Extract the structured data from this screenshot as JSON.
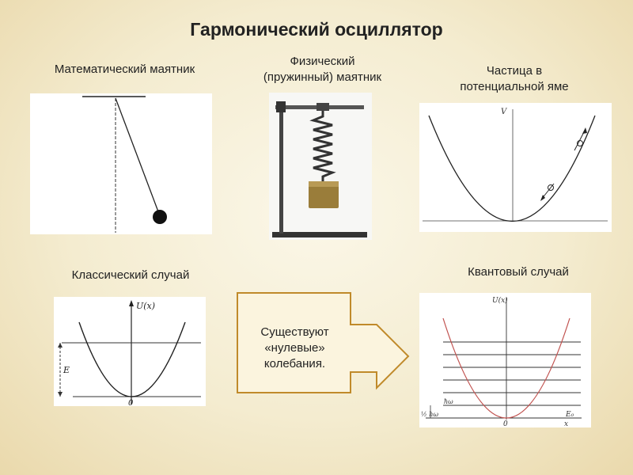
{
  "title": "Гармонический осциллятор",
  "labels": {
    "math_pendulum": "Математический маятник",
    "phys_pendulum_line1": "Физический",
    "phys_pendulum_line2": "(пружинный) маятник",
    "particle_line1": "Частица в",
    "particle_line2": "потенциальной яме",
    "classical": "Классический случай",
    "quantum": "Квантовый случай"
  },
  "arrow_text": {
    "line1": "Существуют",
    "line2": "«нулевые»",
    "line3": "колебания."
  },
  "axis_labels": {
    "potential_V": "V",
    "classical_y": "U(x)",
    "classical_E": "E",
    "classical_origin": "0",
    "quantum_y": "U(x)",
    "quantum_origin": "0",
    "quantum_x": "x",
    "quantum_E0": "E₀",
    "quantum_hw": "ħω",
    "quantum_half_hw": "½ ħω"
  },
  "colors": {
    "arrow_border": "#c08a2a",
    "quantum_curve": "#c0504d",
    "ink": "#222222"
  }
}
